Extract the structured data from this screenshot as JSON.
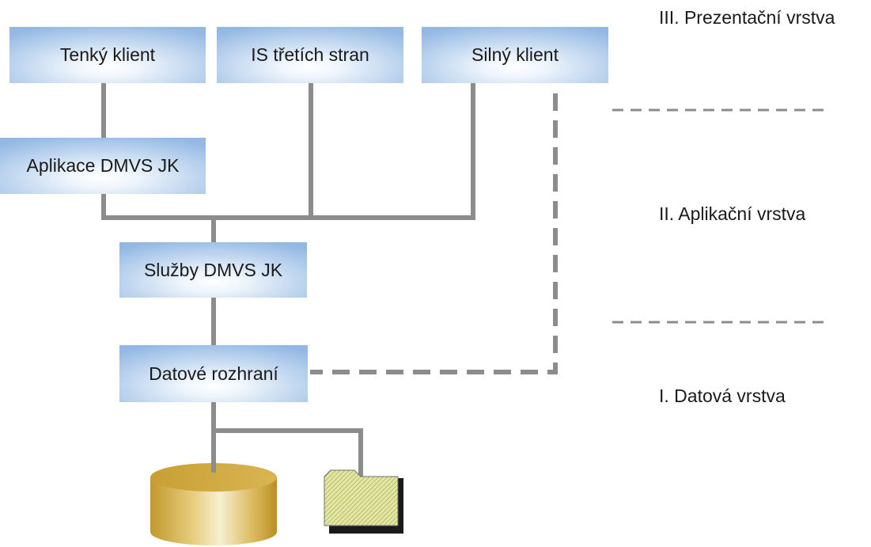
{
  "nodes": {
    "thin_client": "Tenký klient",
    "third_party_is": "IS třetích stran",
    "thick_client": "Silný klient",
    "dmvs_application": "Aplikace DMVS JK",
    "dmvs_services": "Služby DMVS JK",
    "data_interface": "Datové rozhraní"
  },
  "layers": {
    "presentation": "III. Prezentační vrstva",
    "application": "II. Aplikační vrstva",
    "data": "I. Datová vrstva"
  },
  "icons": {
    "database": "database-cylinder-icon",
    "file": "file-folder-icon"
  },
  "colors": {
    "box_edge": "#93b8e3",
    "box_center": "#ffffff",
    "connector": "#8c8c8c",
    "database_gold": "#c9a43a",
    "file_green": "#d8dc8a"
  }
}
